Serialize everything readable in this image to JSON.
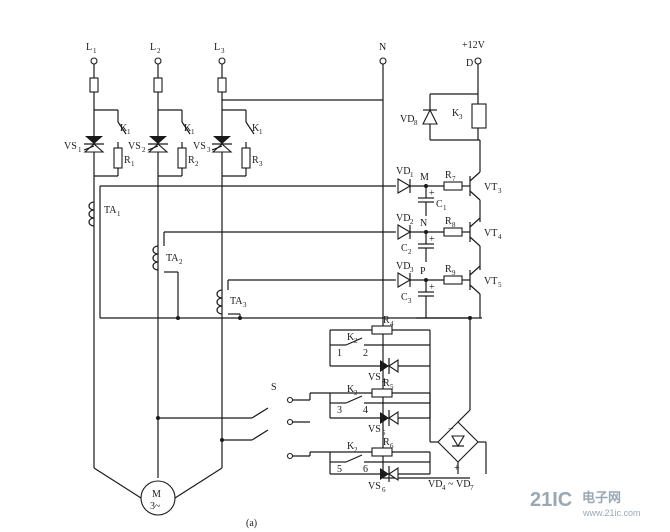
{
  "supply": {
    "phase1": "L",
    "phase2": "L",
    "phase3": "L",
    "sub1": "1",
    "sub2": "2",
    "sub3": "3",
    "neutral": "N",
    "voltage": "+12V",
    "node_d": "D"
  },
  "relay_contacts": {
    "k1_a": "K",
    "k1_b": "K",
    "k1_c": "K",
    "sub": "1"
  },
  "thyristors": {
    "vs1": "VS",
    "vs1_sub": "1",
    "vs2": "VS",
    "vs2_sub": "2",
    "vs3": "VS",
    "vs3_sub": "3"
  },
  "resistors": {
    "r1": "R",
    "r1_sub": "1",
    "r2": "R",
    "r2_sub": "2",
    "r3": "R",
    "r3_sub": "3"
  },
  "transformers": {
    "ta1": "TA",
    "ta1_sub": "1",
    "ta2": "TA",
    "ta2_sub": "2",
    "ta3": "TA",
    "ta3_sub": "3"
  },
  "detector": {
    "vd1": "VD",
    "vd1_sub": "1",
    "vd2": "VD",
    "vd2_sub": "2",
    "vd3": "VD",
    "vd3_sub": "3",
    "node_m": "M",
    "node_n": "N",
    "node_p": "P",
    "c1": "C",
    "c1_sub": "1",
    "c2": "C",
    "c2_sub": "2",
    "c3": "C",
    "c3_sub": "3",
    "r7": "R",
    "r7_sub": "7",
    "r8": "R",
    "r8_sub": "8",
    "r9": "R",
    "r9_sub": "9",
    "vt3": "VT",
    "vt3_sub": "3",
    "vt4": "VT",
    "vt4_sub": "4",
    "vt5": "VT",
    "vt5_sub": "5",
    "vd8": "VD",
    "vd8_sub": "8",
    "k3": "K",
    "k3_sub": "3",
    "plus": "+"
  },
  "start_circuit": {
    "k2": "K",
    "k2_sub": "2",
    "contact1": "1",
    "contact2": "2",
    "contact3": "3",
    "contact4": "4",
    "contact5": "5",
    "contact6": "6",
    "r4": "R",
    "r4_sub": "4",
    "r5": "R",
    "r5_sub": "5",
    "r6": "R",
    "r6_sub": "6",
    "vs4": "VS",
    "vs4_sub": "4",
    "vs5": "VS",
    "vs5_sub": "5",
    "vs6": "VS",
    "vs6_sub": "6",
    "switch": "S",
    "bridge": "VD",
    "bridge_sub1": "4",
    "bridge_tilde": "~",
    "bridge_sub2": "7",
    "minus": "−",
    "plus": "+"
  },
  "motor": {
    "name": "M",
    "phases": "3~"
  },
  "caption": "(a)",
  "watermark": {
    "brand": "21IC",
    "cn": "电子网",
    "url": "www.21ic.com"
  }
}
